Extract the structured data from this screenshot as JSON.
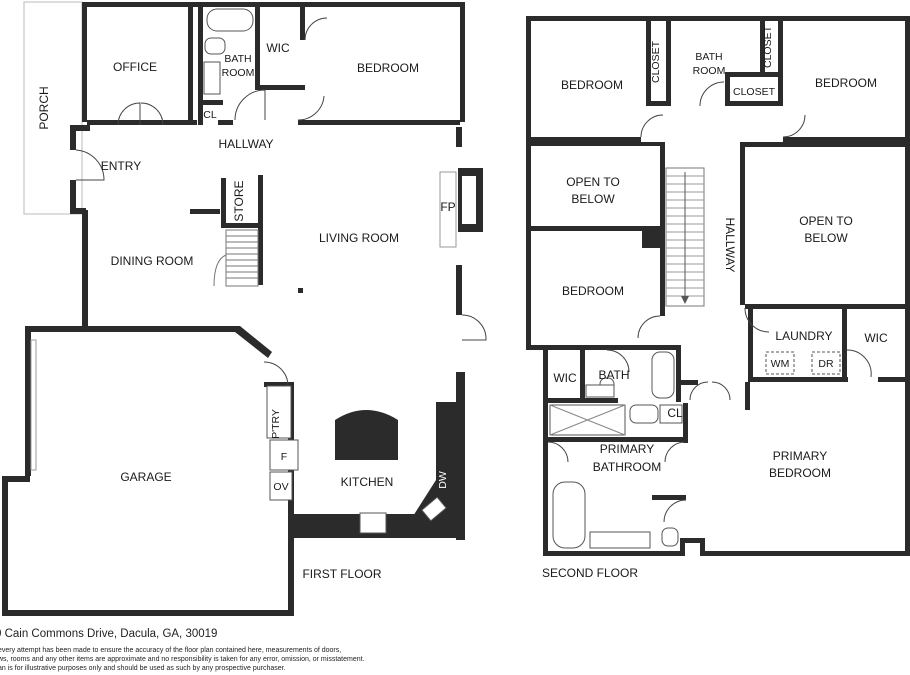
{
  "floors": {
    "first": {
      "title": "FIRST FLOOR",
      "rooms": {
        "porch": "PORCH",
        "office": "OFFICE",
        "bath_line1": "BATH",
        "bath_line2": "ROOM",
        "wic": "WIC",
        "bedroom": "BEDROOM",
        "cl": "CL",
        "hallway": "HALLWAY",
        "entry": "ENTRY",
        "store": "STORE",
        "fp": "FP",
        "dining": "DINING ROOM",
        "living": "LIVING ROOM",
        "garage": "GARAGE",
        "pantry": "P'TRY",
        "fridge": "F",
        "oven": "OV",
        "kitchen": "KITCHEN",
        "dw": "DW"
      }
    },
    "second": {
      "title": "SECOND FLOOR",
      "rooms": {
        "bedroom_nw": "BEDROOM",
        "closet_left": "CLOSET",
        "bath_line1": "BATH",
        "bath_line2": "ROOM",
        "closet_right": "CLOSET",
        "closet_mid": "CLOSET",
        "bedroom_ne": "BEDROOM",
        "open_left_1": "OPEN TO",
        "open_left_2": "BELOW",
        "open_right_1": "OPEN TO",
        "open_right_2": "BELOW",
        "hallway": "HALLWAY",
        "bedroom_w": "BEDROOM",
        "laundry": "LAUNDRY",
        "wm": "WM",
        "dr": "DR",
        "wic_right": "WIC",
        "wic_left": "WIC",
        "bath": "BATH",
        "cl": "CL",
        "primary_bath_1": "PRIMARY",
        "primary_bath_2": "BATHROOM",
        "primary_bed_1": "PRIMARY",
        "primary_bed_2": "BEDROOM"
      }
    }
  },
  "caption": {
    "address": "0 Cain Commons Drive, Dacula, GA, 30019",
    "disclaimer_1": "every attempt has been made to ensure the accuracy of the floor plan contained here, measurements of doors,",
    "disclaimer_2": "ws, rooms and any other items are approximate and no responsibility is taken for any error, omission, or misstatement.",
    "disclaimer_3": "an is for illustrative purposes only and should be used as such by any prospective purchaser."
  }
}
